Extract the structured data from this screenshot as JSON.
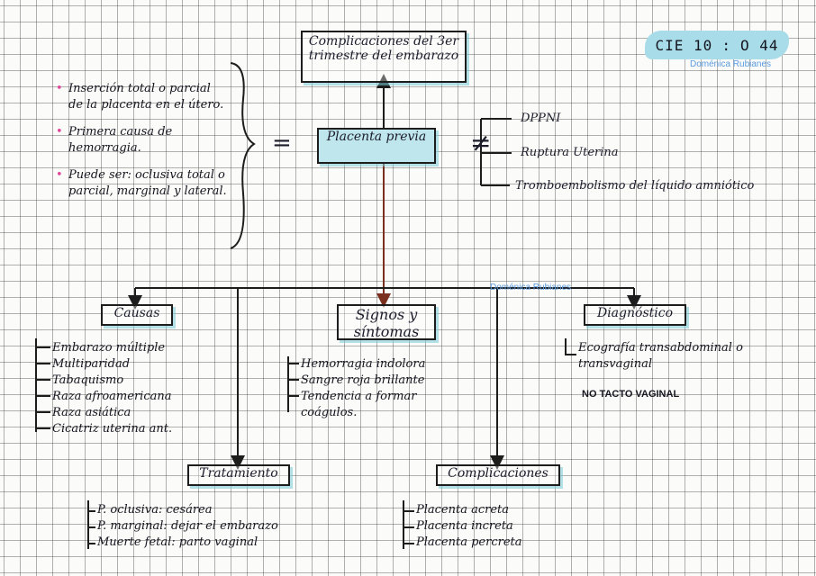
{
  "title": "Complicaciones del 3er trimestre del embarazo",
  "cie": {
    "code": "CIE 10",
    "sep": ":",
    "value": "O 44"
  },
  "watermark": "Doménica Rubianes",
  "central": "Placenta previa",
  "equals": "=",
  "not_equals": "≠",
  "definition": [
    "Inserción total o parcial de la placenta en el útero.",
    "Primera causa de hemorragia.",
    "Puede ser: oclusiva total o parcial, marginal y lateral."
  ],
  "differentials": [
    "DPPNI",
    "Ruptura Uterina",
    "Tromboembolismo del líquido amniótico"
  ],
  "causas": {
    "label": "Causas",
    "items": [
      "Embarazo múltiple",
      "Multiparidad",
      "Tabaquismo",
      "Raza afroamericana",
      "Raza asiática",
      "Cicatriz uterina ant."
    ]
  },
  "signos": {
    "label": "Signos y síntomas",
    "items": [
      "Hemorragia indolora",
      "Sangre roja brillante",
      "Tendencia a formar coágulos."
    ]
  },
  "diagnostico": {
    "label": "Diagnóstico",
    "items": [
      "Ecografía transabdominal o transvaginal"
    ],
    "note": "NO TACTO VAGINAL"
  },
  "tratamiento": {
    "label": "Tratamiento",
    "items": [
      "P. oclusiva: cesárea",
      "P. marginal: dejar el embarazo",
      "Muerte fetal: parto vaginal"
    ]
  },
  "complicaciones": {
    "label": "Complicaciones",
    "items": [
      "Placenta acreta",
      "Placenta increta",
      "Placenta percreta"
    ]
  },
  "colors": {
    "highlight": "#bfe6ec",
    "marker": "#a8dce8",
    "arrow": "#7a2e1e",
    "bullet": "#e0469a"
  }
}
